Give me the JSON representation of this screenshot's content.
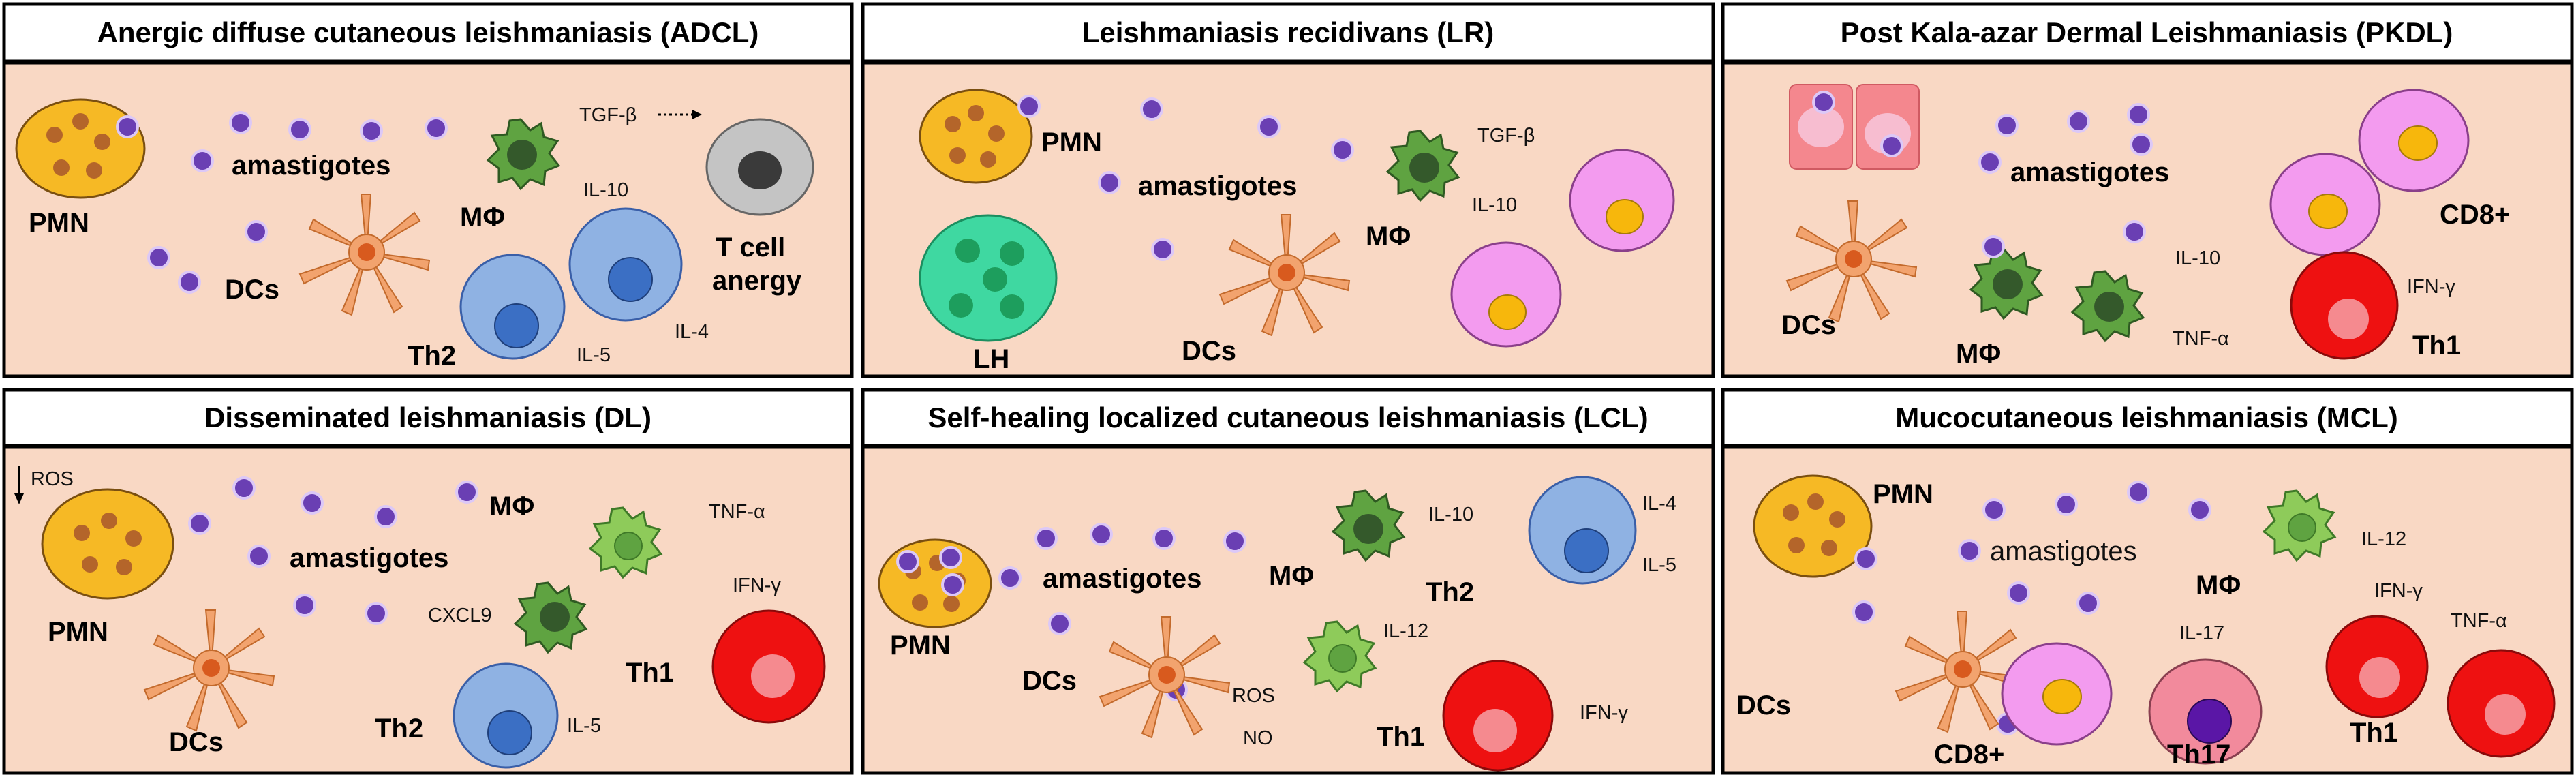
{
  "colors": {
    "panel_bg": "#f9d8c4",
    "pmn": "#f6b925",
    "pmn_spot": "#b4652a",
    "amastigote": "#6a3fb3",
    "macrophage": "#5fa341",
    "macrophage_dark": "#34592b",
    "dc": "#f2a36e",
    "dc_core": "#d85a1e",
    "th2": "#8fb2e3",
    "th1": "#ee1111",
    "cd8": "#f39bef",
    "lh": "#3fd8a1",
    "th17": "#f28a9c",
    "tcell": "#c4c4c4"
  },
  "panels": [
    {
      "title": "Anergic diffuse cutaneous leishmaniasis (ADCL)",
      "labels": {
        "pmn": "PMN",
        "amastigotes": "amastigotes",
        "dcs": "DCs",
        "mphi": "MΦ",
        "tgf": "TGF-β",
        "il10": "IL-10",
        "tcell_1": "T cell",
        "tcell_2": "anergy",
        "th2": "Th2",
        "il5": "IL-5",
        "il4": "IL-4"
      }
    },
    {
      "title": "Leishmaniasis recidivans (LR)",
      "labels": {
        "pmn": "PMN",
        "amastigotes": "amastigotes",
        "tgf": "TGF-β",
        "il10": "IL-10",
        "mphi": "MΦ",
        "lh": "LH",
        "dcs": "DCs"
      }
    },
    {
      "title": "Post Kala-azar Dermal Leishmaniasis (PKDL)",
      "labels": {
        "amastigotes": "amastigotes",
        "cd8": "CD8+",
        "il10": "IL-10",
        "ifn": "IFN-γ",
        "dcs": "DCs",
        "mphi": "MΦ",
        "tnf": "TNF-α",
        "th1": "Th1"
      }
    },
    {
      "title": "Disseminated  leishmaniasis (DL)",
      "labels": {
        "ros": "ROS",
        "mphi": "MΦ",
        "tnf": "TNF-α",
        "amastigotes": "amastigotes",
        "ifn": "IFN-γ",
        "pmn": "PMN",
        "cxcl9": "CXCL9",
        "th1": "Th1",
        "dcs": "DCs",
        "th2": "Th2",
        "il5": "IL-5"
      }
    },
    {
      "title": "Self-healing localized cutaneous leishmaniasis (LCL)",
      "labels": {
        "il10": "IL-10",
        "il4": "IL-4",
        "amastigotes": "amastigotes",
        "mphi": "MΦ",
        "il5": "IL-5",
        "th2": "Th2",
        "pmn": "PMN",
        "il12": "IL-12",
        "dcs": "DCs",
        "ros": "ROS",
        "ifn": "IFN-γ",
        "no": "NO",
        "th1": "Th1"
      }
    },
    {
      "title": "Mucocutaneous leishmaniasis (MCL)",
      "labels": {
        "pmn": "PMN",
        "amastigotes": "amastigotes",
        "il12": "IL-12",
        "mphi": "MΦ",
        "ifn": "IFN-γ",
        "il17": "IL-17",
        "tnf": "TNF-α",
        "dcs": "DCs",
        "cd8": "CD8+",
        "th17": "Th17",
        "th1": "Th1"
      }
    }
  ]
}
